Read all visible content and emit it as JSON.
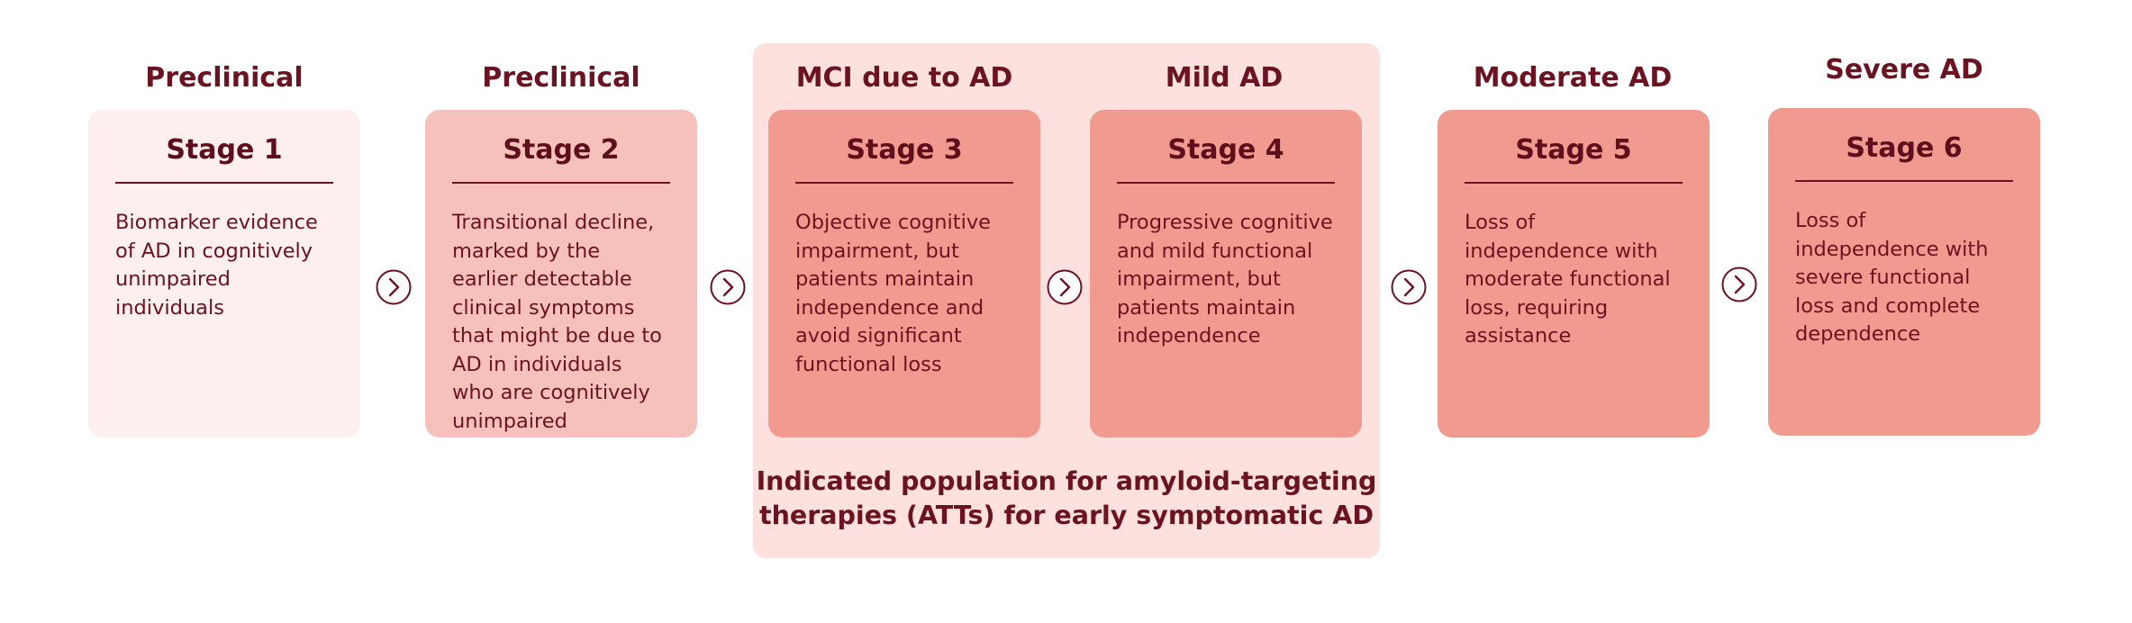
{
  "colors": {
    "text": "#6b1320",
    "panel": "#fde1df",
    "stage_1": "#fcefee",
    "stage_2": "#f7c1bb",
    "stage_3_to_6": "#f19a90"
  },
  "icons": {
    "arrow": "chevron-right-circle-icon"
  },
  "stages": [
    {
      "header": "Preclinical",
      "title": "Stage 1",
      "description": "Biomarker evidence of AD in cognitively unimpaired individuals"
    },
    {
      "header": "Preclinical",
      "title": "Stage 2",
      "description": "Transitional decline, marked by the earlier detectable clinical symptoms that might be due to AD in individuals who are cognitively unimpaired"
    },
    {
      "header": "MCI due to AD",
      "title": "Stage 3",
      "description": "Objective cognitive impairment, but patients maintain independence and avoid significant functional loss"
    },
    {
      "header": "Mild AD",
      "title": "Stage 4",
      "description": "Progressive cognitive and mild functional impairment, but patients maintain independence"
    },
    {
      "header": "Moderate AD",
      "title": "Stage 5",
      "description": "Loss of independence with moderate functional loss, requiring assistance"
    },
    {
      "header": "Severe AD",
      "title": "Stage 6",
      "description": "Loss of independence with severe functional loss and complete dependence"
    }
  ],
  "indicated_population": {
    "line_1": "Indicated population for amyloid-targeting",
    "line_2": "therapies (ATTs) for early symptomatic AD"
  }
}
